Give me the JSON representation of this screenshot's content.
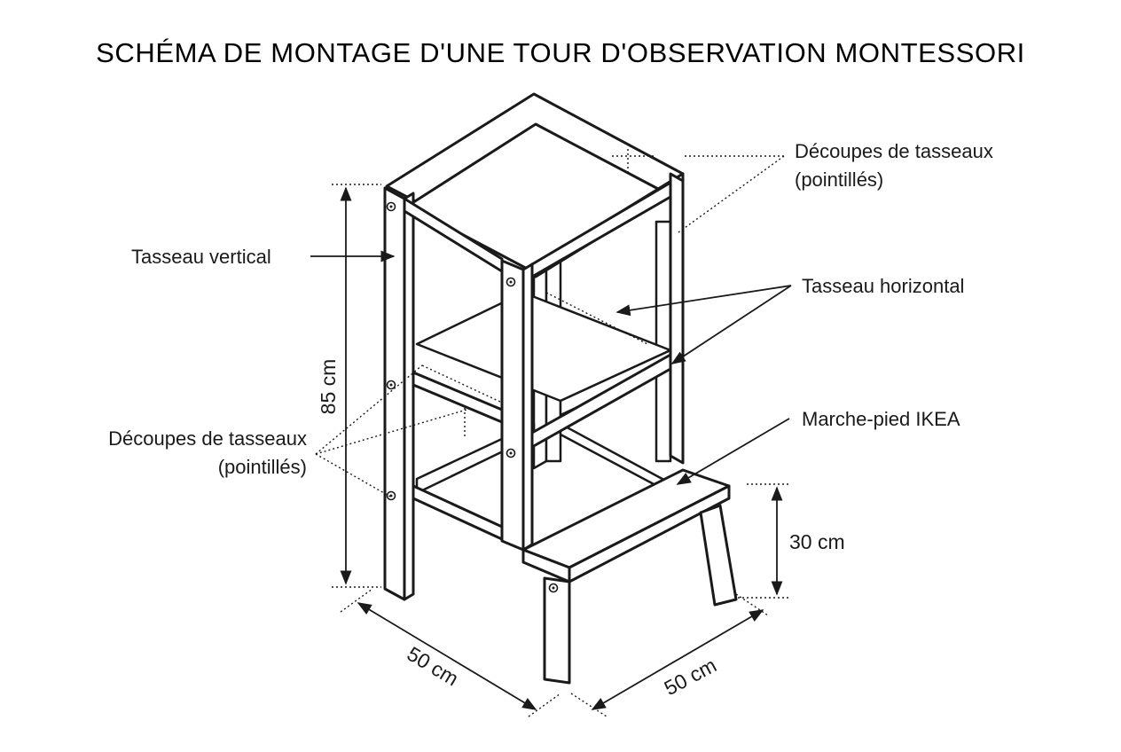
{
  "title": "SCHÉMA DE MONTAGE D'UNE TOUR D'OBSERVATION MONTESSORI",
  "labels": {
    "cuts_top_line1": "Découpes de tasseaux",
    "cuts_top_line2": "(pointillés)",
    "vertical_batten": "Tasseau vertical",
    "horizontal_batten": "Tasseau horizontal",
    "ikea_step": "Marche-pied IKEA",
    "cuts_left_line1": "Découpes de tasseaux",
    "cuts_left_line2": "(pointillés)"
  },
  "dimensions": {
    "height_total": "85 cm",
    "height_step": "30 cm",
    "depth": "50 cm",
    "width": "50 cm"
  }
}
